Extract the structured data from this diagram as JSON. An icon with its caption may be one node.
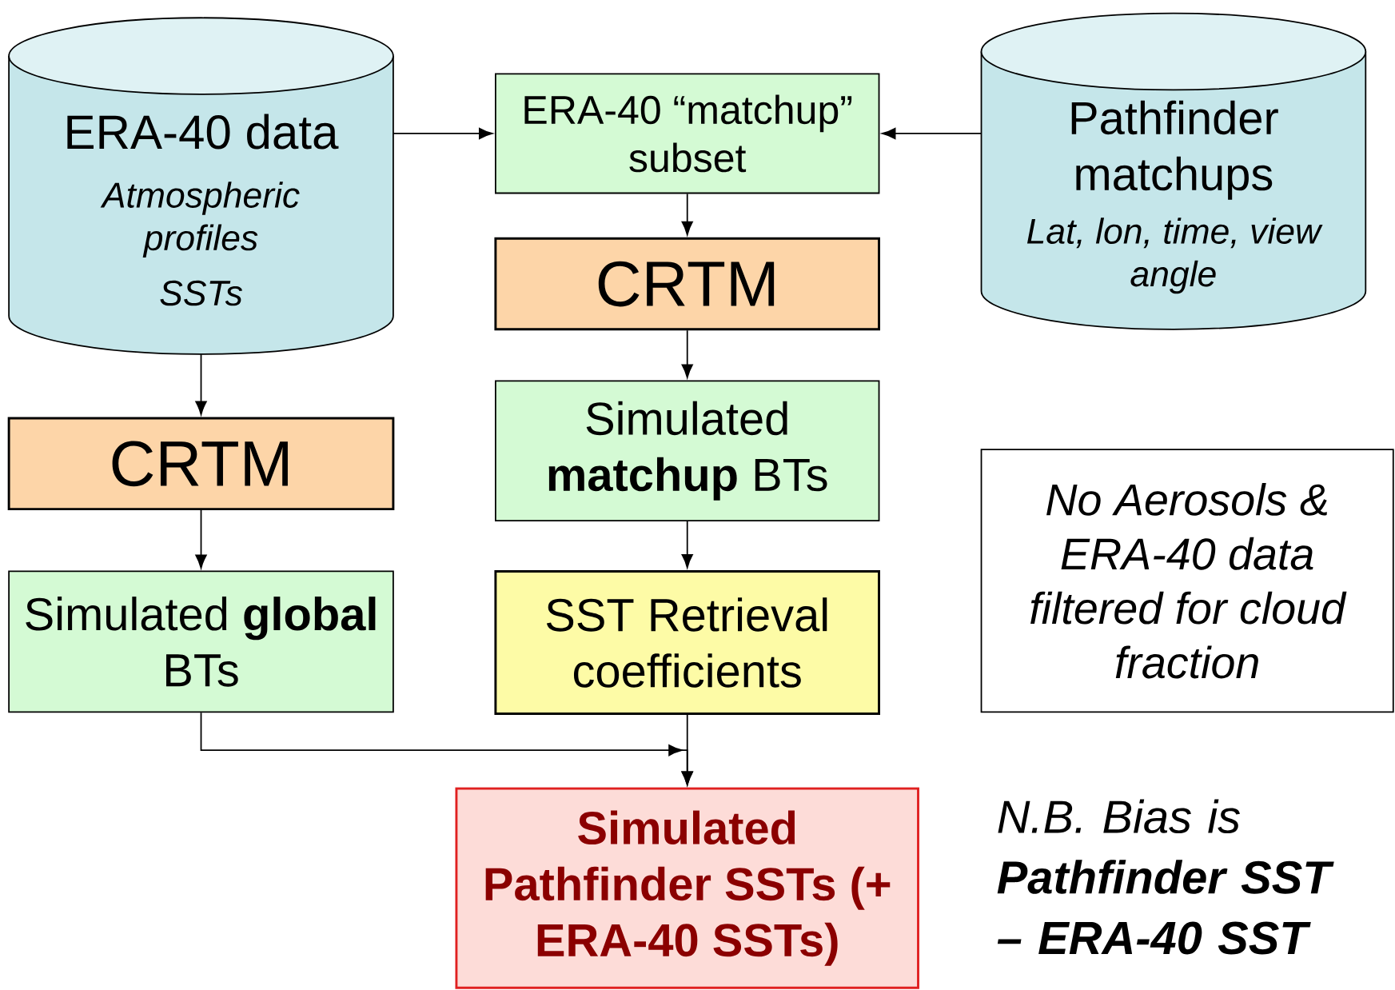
{
  "diagram": {
    "nodes": [
      {
        "text": [
          "ERA-40 data",
          "Atmospheric profiles",
          "SSTs"
        ]
      },
      {
        "text": [
          "ERA-40 “matchup” subset"
        ]
      },
      {
        "text": [
          "Pathfinder matchups",
          "Lat, lon, time, view angle"
        ]
      },
      {
        "text": [
          "CRTM"
        ]
      },
      {
        "text": [
          "CRTM"
        ]
      },
      {
        "text": [
          "Simulated **matchup** BTs"
        ]
      },
      {
        "text": [
          "Simulated **global** BTs"
        ]
      },
      {
        "text": [
          "SST Retrieval coefficients"
        ]
      },
      {
        "text": [
          "No Aerosols & ERA-40 data filtered for cloud fraction"
        ]
      },
      {
        "text": [
          "Simulated Pathfinder SSTs (+ ERA-40 SSTs)"
        ]
      }
    ],
    "edges": [
      {
        "from": 0,
        "to": 1,
        "arrow": "to"
      },
      {
        "from": 2,
        "to": 1,
        "arrow": "to"
      },
      {
        "from": 1,
        "to": 3,
        "arrow": "to"
      },
      {
        "from": 3,
        "to": 5,
        "arrow": "to"
      },
      {
        "from": 0,
        "to": 4,
        "arrow": "to"
      },
      {
        "from": 4,
        "to": 6,
        "arrow": "to"
      },
      {
        "from": 5,
        "to": 7,
        "arrow": "to"
      },
      {
        "from": 7,
        "to": 9,
        "arrow": "to"
      },
      {
        "from": 6,
        "to": 9,
        "arrow": "to"
      }
    ],
    "labels": [
      "N.B. Bias is **Pathfinder SST – ERA-40 SST**"
    ]
  }
}
